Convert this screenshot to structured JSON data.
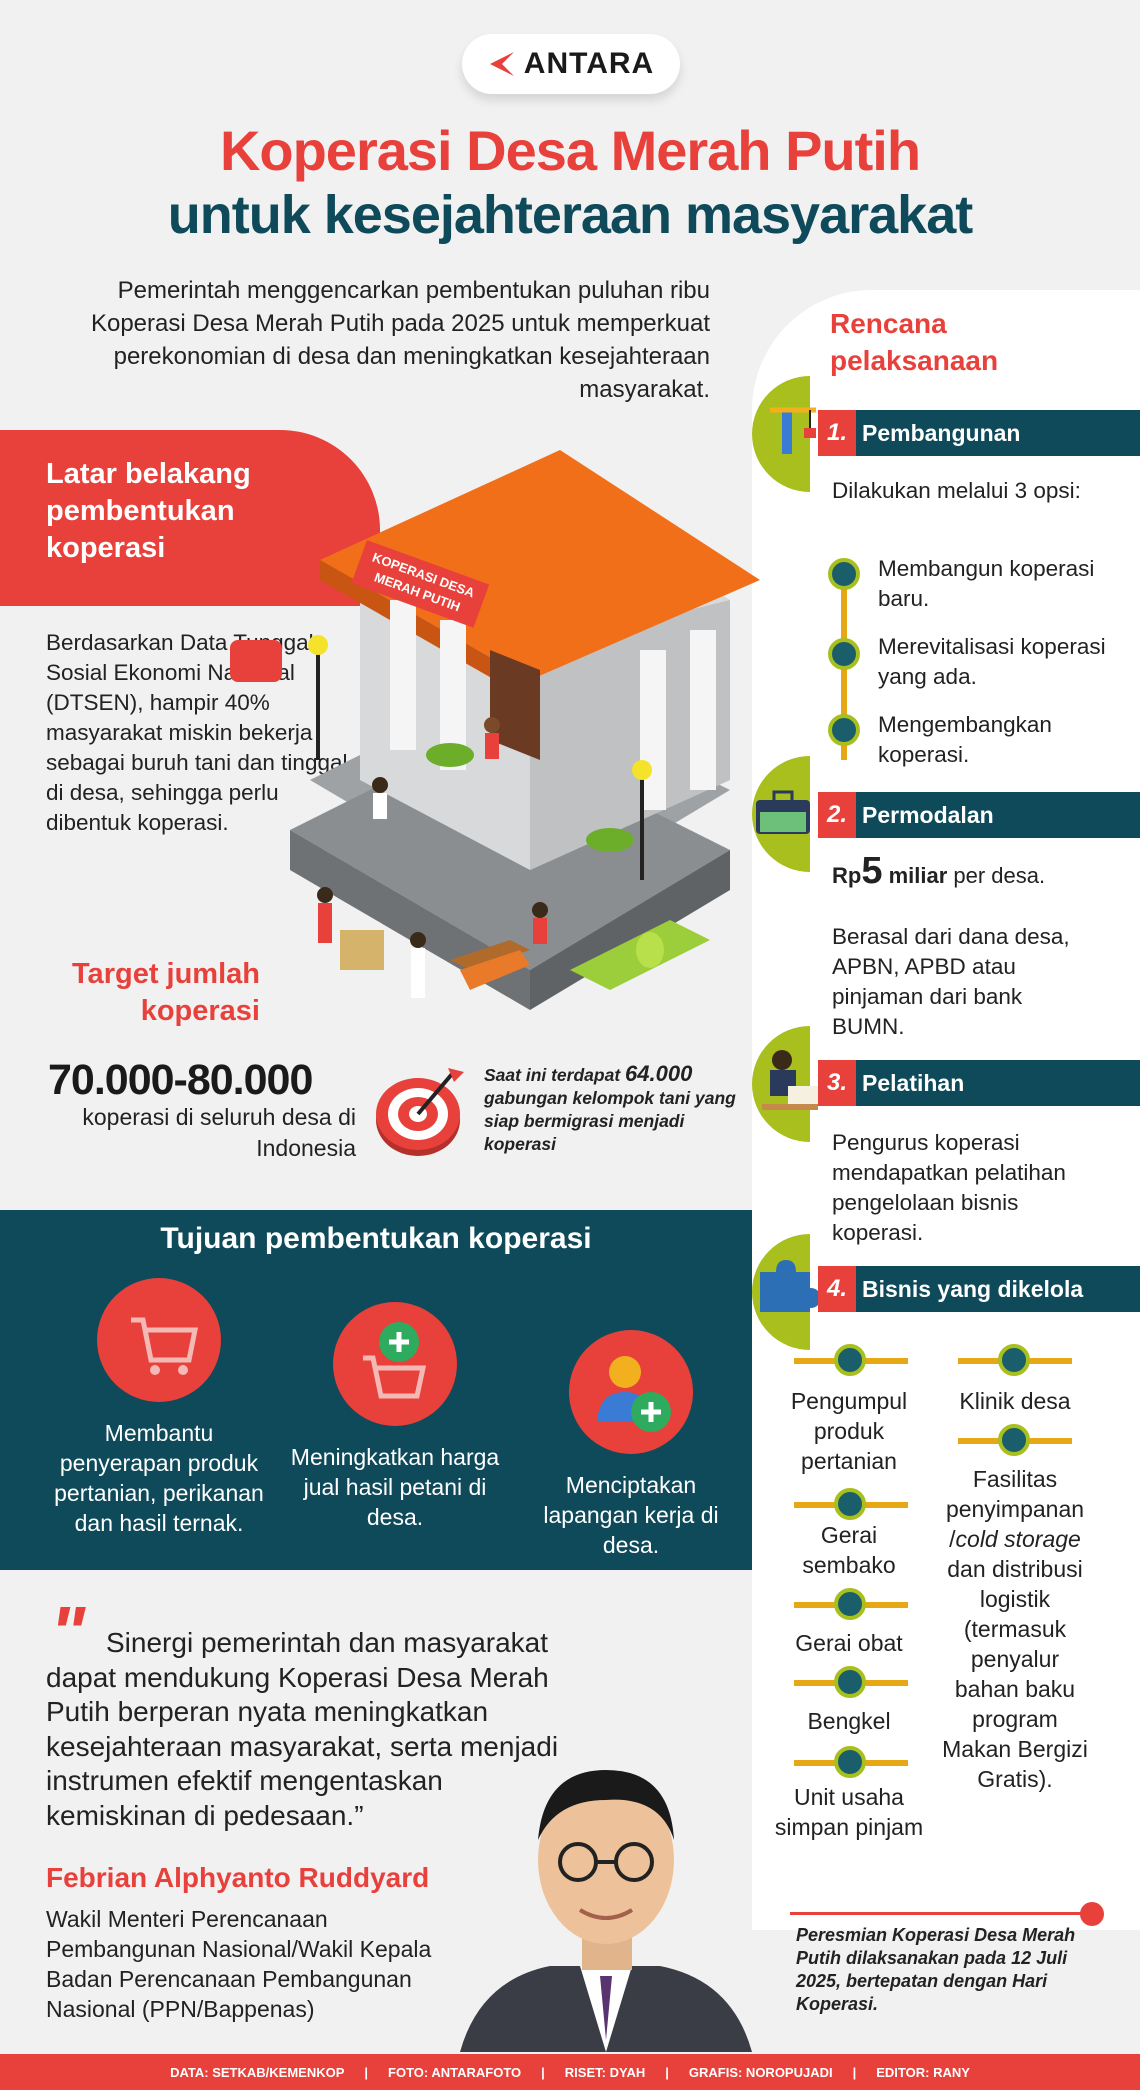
{
  "header": {
    "logo_text": "ANTARA",
    "title_line1": "Koperasi Desa Merah Putih",
    "title_line2": "untuk kesejahteraan masyarakat",
    "intro": "Pemerintah menggencarkan pembentukan puluhan ribu Koperasi Desa Merah Putih pada 2025 untuk memperkuat perekonomian di desa dan meningkatkan kesejahteraan masyarakat."
  },
  "illustration": {
    "sign_line1": "KOPERASI DESA",
    "sign_line2": "MERAH PUTIH"
  },
  "latar": {
    "title": "Latar belakang pembentukan koperasi",
    "body": "Berdasarkan Data Tunggal Sosial Ekonomi Nasional (DTSEN), hampir 40% masyarakat miskin bekerja sebagai buruh tani dan tinggal di desa, sehingga perlu dibentuk koperasi."
  },
  "target": {
    "title": "Target jumlah koperasi",
    "number": "70.000-80.000",
    "subtitle": "koperasi di seluruh desa di Indonesia",
    "saat_prefix": "Saat ini terdapat ",
    "saat_number": "64.000",
    "saat_suffix": " gabungan kelompok tani yang siap bermigrasi menjadi koperasi"
  },
  "tujuan": {
    "title": "Tujuan pembentukan koperasi",
    "items": [
      {
        "text": "Membantu penyerapan produk pertanian, perikanan dan hasil ternak.",
        "icon": "shopping-cart-icon"
      },
      {
        "text": "Meningkatkan harga jual hasil petani di desa.",
        "icon": "cart-plus-icon"
      },
      {
        "text": "Menciptakan lapangan kerja di desa.",
        "icon": "add-person-icon"
      }
    ]
  },
  "quote": {
    "text": "Sinergi pemerintah dan masyarakat dapat mendukung Koperasi Desa Merah Putih berperan nyata meningkatkan kesejahteraan masyarakat, serta menjadi instrumen efektif mengentaskan kemiskinan di pedesaan.”",
    "name": "Febrian Alphyanto Ruddyard",
    "role": "Wakil Menteri Perencanaan Pembangunan Nasional/Wakil Kepala Badan Perencanaan Pembangunan Nasional (PPN/Bappenas)"
  },
  "rencana": {
    "title": "Rencana pelaksanaan",
    "sections": [
      {
        "num": "1.",
        "label": "Pembangunan",
        "icon": "crane-icon"
      },
      {
        "num": "2.",
        "label": "Permodalan",
        "icon": "money-case-icon"
      },
      {
        "num": "3.",
        "label": "Pelatihan",
        "icon": "trainer-icon"
      },
      {
        "num": "4.",
        "label": "Bisnis yang dikelola",
        "icon": "puzzle-icon"
      }
    ],
    "pembangunan_intro": "Dilakukan melalui 3 opsi:",
    "options": [
      "Membangun koperasi baru.",
      "Merevitalisasi koperasi yang ada.",
      "Mengembangkan koperasi."
    ],
    "modal_rp": "Rp",
    "modal_num": "5",
    "modal_unit": " miliar",
    "modal_suffix": " per desa.",
    "modal_source": "Berasal dari dana desa, APBN, APBD atau pinjaman dari bank BUMN.",
    "pelatihan": "Pengurus koperasi mendapatkan pelatihan pengelolaan bisnis koperasi.",
    "bisnis_left": [
      "Pengumpul produk pertanian",
      "Gerai sembako",
      "Gerai obat",
      "Bengkel",
      "Unit usaha simpan pinjam"
    ],
    "bisnis_right_1": "Klinik desa",
    "bisnis_right_2_a": "Fasilitas penyimpanan /",
    "bisnis_right_2_b": "cold storage",
    "bisnis_right_2_c": " dan distribusi logistik (termasuk penyalur bahan baku program Makan Bergizi Gratis).",
    "peresmian": "Peresmian Koperasi Desa Merah Putih dilaksanakan pada 12 Juli 2025, bertepatan dengan Hari Koperasi."
  },
  "footer": {
    "items": [
      "DATA: SETKAB/KEMENKOP",
      "|",
      "FOTO: ANTARAFOTO",
      "|",
      "RISET: DYAH",
      "|",
      "GRAFIS: NOROPUJADI",
      "|",
      "EDITOR: RANY"
    ]
  },
  "colors": {
    "red": "#e8403a",
    "teal": "#0f4a5a",
    "green": "#a9bf1e",
    "gold": "#e6a817"
  }
}
